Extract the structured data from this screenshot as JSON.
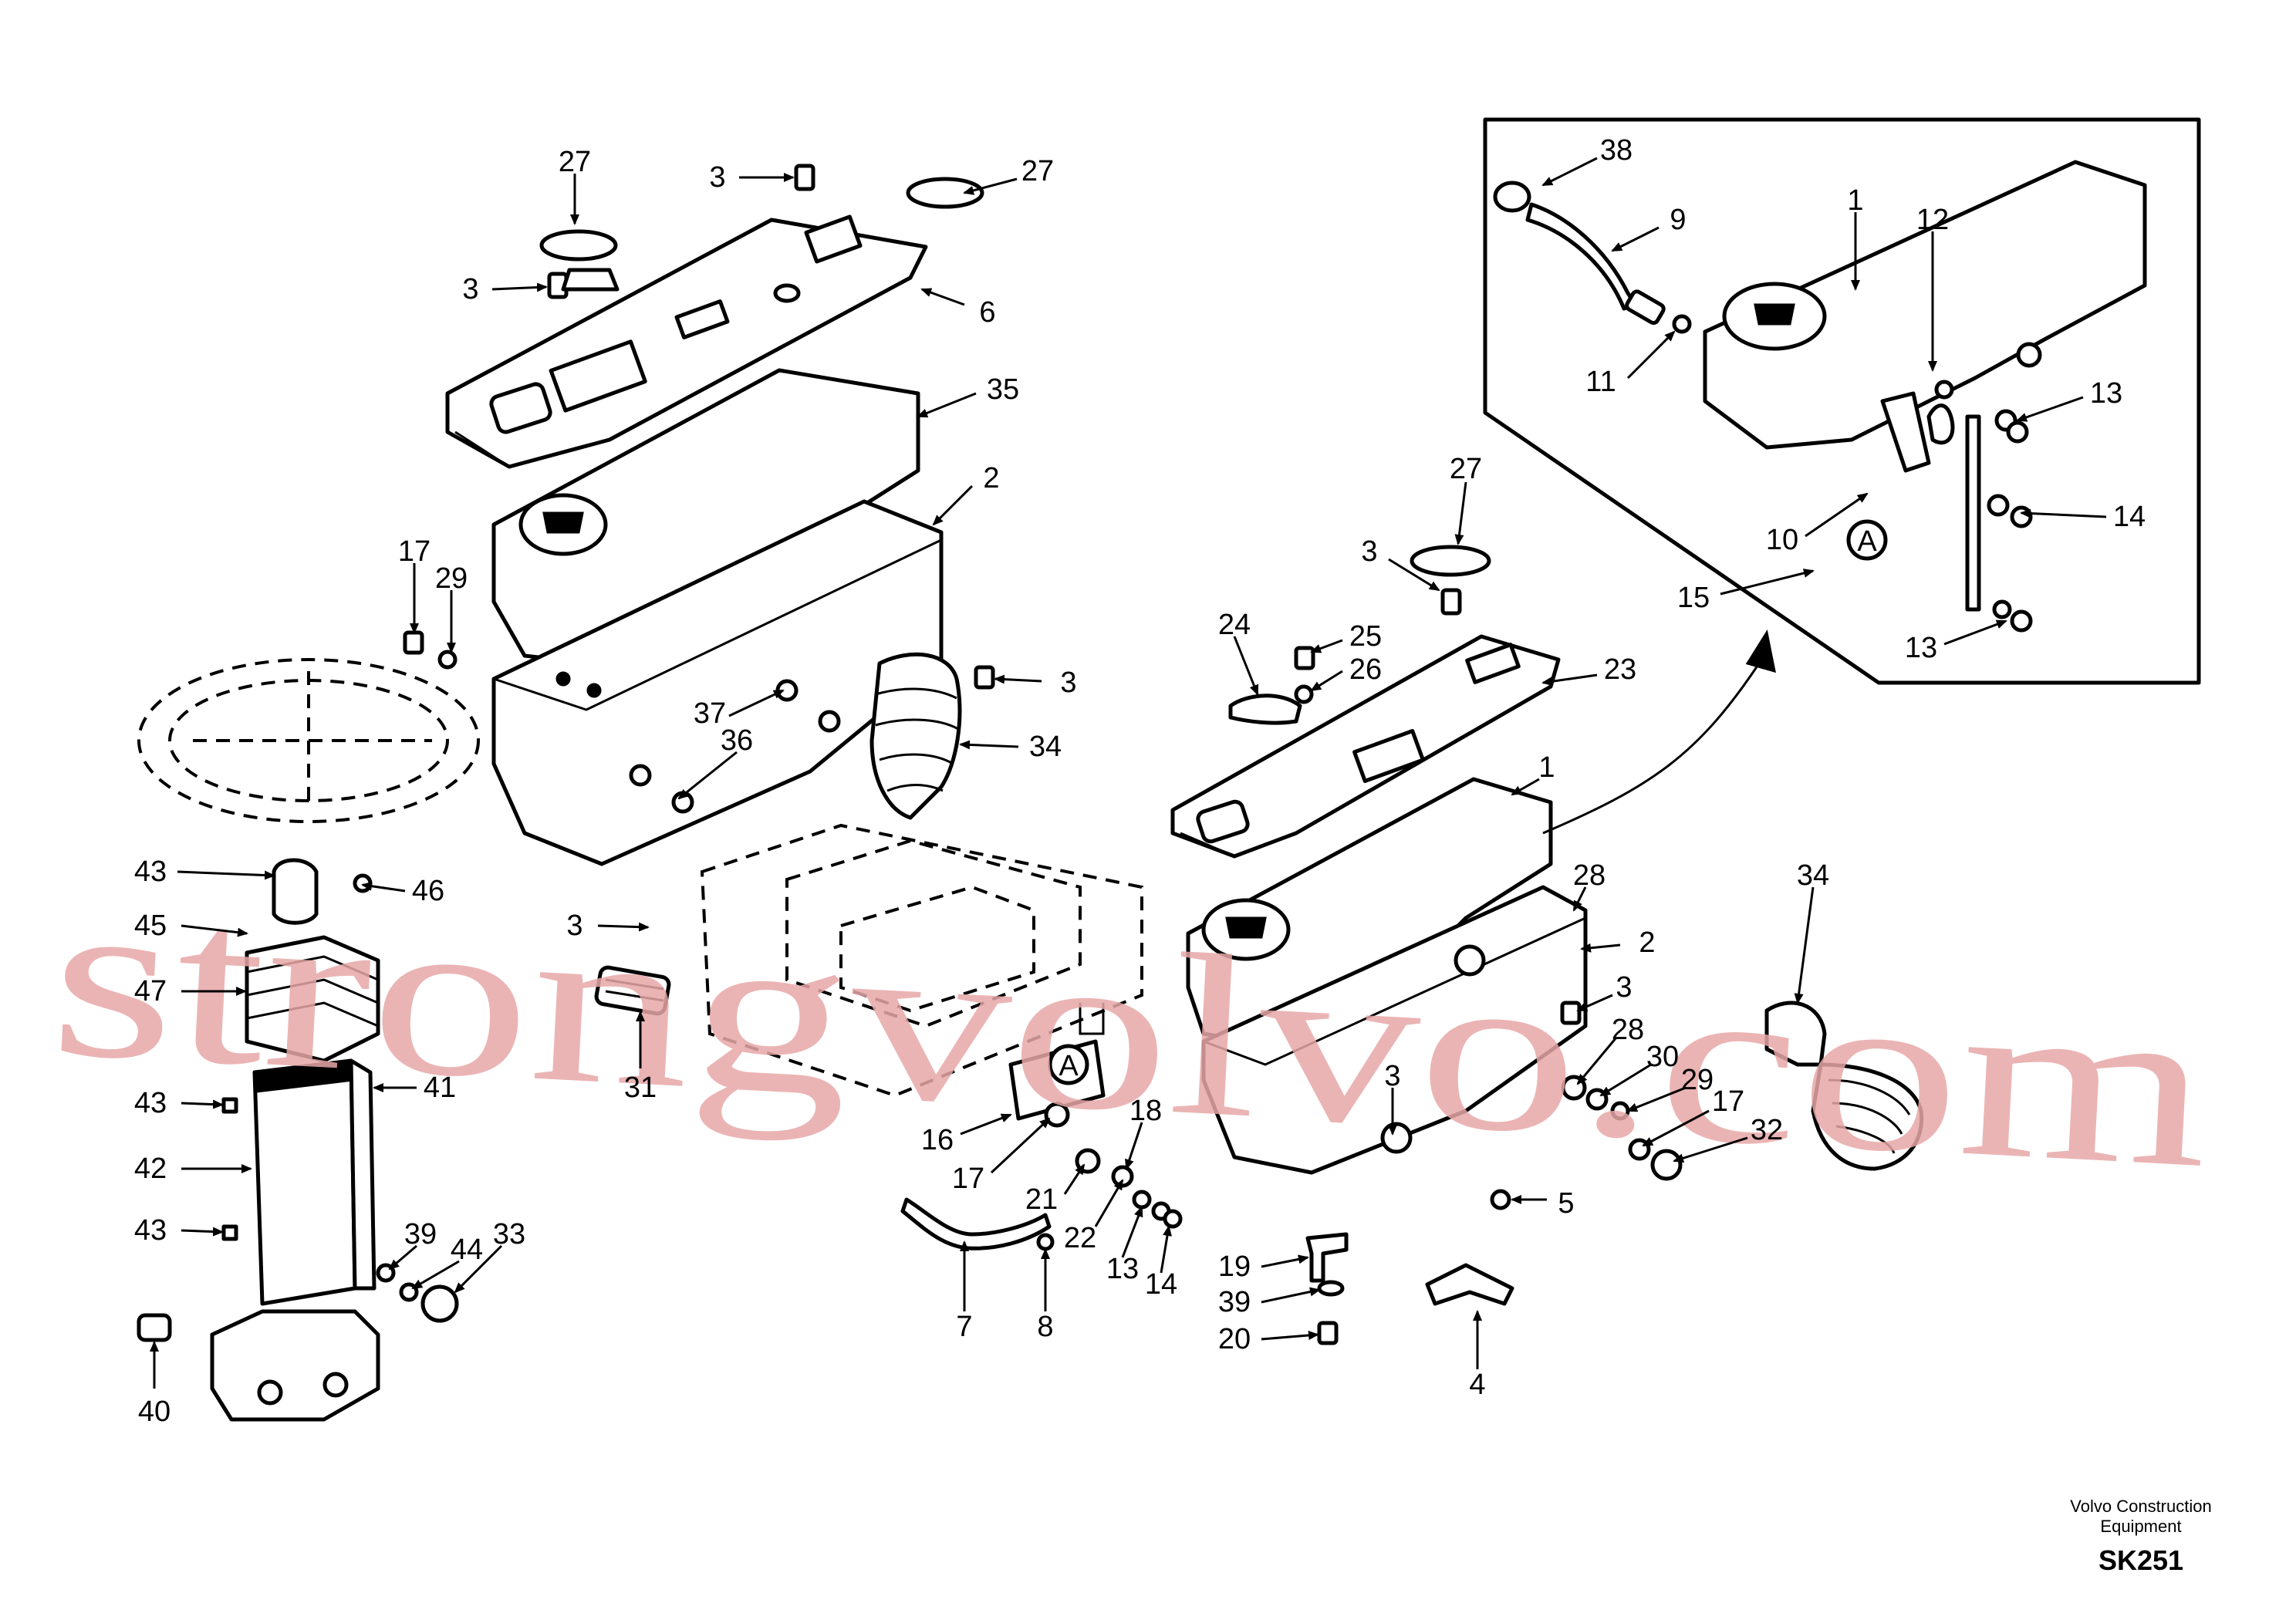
{
  "watermark": "strongvolvo.com",
  "footer": {
    "brand_line1": "Volvo Construction",
    "brand_line2": "Equipment",
    "code": "SK251"
  },
  "detail_marker": "A",
  "callouts": [
    {
      "id": "c1",
      "label": "27"
    },
    {
      "id": "c2",
      "label": "3"
    },
    {
      "id": "c3",
      "label": "27"
    },
    {
      "id": "c4",
      "label": "3"
    },
    {
      "id": "c5",
      "label": "6"
    },
    {
      "id": "c6",
      "label": "35"
    },
    {
      "id": "c7",
      "label": "2"
    },
    {
      "id": "c8",
      "label": "17"
    },
    {
      "id": "c9",
      "label": "29"
    },
    {
      "id": "c10",
      "label": "3"
    },
    {
      "id": "c11",
      "label": "37"
    },
    {
      "id": "c12",
      "label": "36"
    },
    {
      "id": "c13",
      "label": "34"
    },
    {
      "id": "c14",
      "label": "43"
    },
    {
      "id": "c15",
      "label": "46"
    },
    {
      "id": "c16",
      "label": "45"
    },
    {
      "id": "c17",
      "label": "47"
    },
    {
      "id": "c18",
      "label": "3"
    },
    {
      "id": "c19",
      "label": "43"
    },
    {
      "id": "c20",
      "label": "41"
    },
    {
      "id": "c21",
      "label": "42"
    },
    {
      "id": "c22",
      "label": "43"
    },
    {
      "id": "c23",
      "label": "39"
    },
    {
      "id": "c24",
      "label": "44"
    },
    {
      "id": "c25",
      "label": "33"
    },
    {
      "id": "c26",
      "label": "40"
    },
    {
      "id": "c27",
      "label": "31"
    },
    {
      "id": "c28",
      "label": "16"
    },
    {
      "id": "c29",
      "label": "18"
    },
    {
      "id": "c30",
      "label": "17"
    },
    {
      "id": "c31",
      "label": "21"
    },
    {
      "id": "c32",
      "label": "22"
    },
    {
      "id": "c33",
      "label": "13"
    },
    {
      "id": "c34",
      "label": "14"
    },
    {
      "id": "c35",
      "label": "7"
    },
    {
      "id": "c36",
      "label": "8"
    },
    {
      "id": "c37",
      "label": "27"
    },
    {
      "id": "c38",
      "label": "3"
    },
    {
      "id": "c39",
      "label": "24"
    },
    {
      "id": "c40",
      "label": "25"
    },
    {
      "id": "c41",
      "label": "26"
    },
    {
      "id": "c42",
      "label": "23"
    },
    {
      "id": "c43",
      "label": "1"
    },
    {
      "id": "c44",
      "label": "28"
    },
    {
      "id": "c45",
      "label": "2"
    },
    {
      "id": "c46",
      "label": "3"
    },
    {
      "id": "c47",
      "label": "28"
    },
    {
      "id": "c48",
      "label": "30"
    },
    {
      "id": "c49",
      "label": "29"
    },
    {
      "id": "c50",
      "label": "17"
    },
    {
      "id": "c51",
      "label": "32"
    },
    {
      "id": "c52",
      "label": "3"
    },
    {
      "id": "c53",
      "label": "5"
    },
    {
      "id": "c54",
      "label": "19"
    },
    {
      "id": "c55",
      "label": "39"
    },
    {
      "id": "c56",
      "label": "20"
    },
    {
      "id": "c57",
      "label": "4"
    },
    {
      "id": "c58",
      "label": "34"
    },
    {
      "id": "c59",
      "label": "38"
    },
    {
      "id": "c60",
      "label": "9"
    },
    {
      "id": "c61",
      "label": "1"
    },
    {
      "id": "c62",
      "label": "12"
    },
    {
      "id": "c63",
      "label": "11"
    },
    {
      "id": "c64",
      "label": "13"
    },
    {
      "id": "c65",
      "label": "14"
    },
    {
      "id": "c66",
      "label": "10"
    },
    {
      "id": "c67",
      "label": "15"
    },
    {
      "id": "c68",
      "label": "13"
    }
  ]
}
